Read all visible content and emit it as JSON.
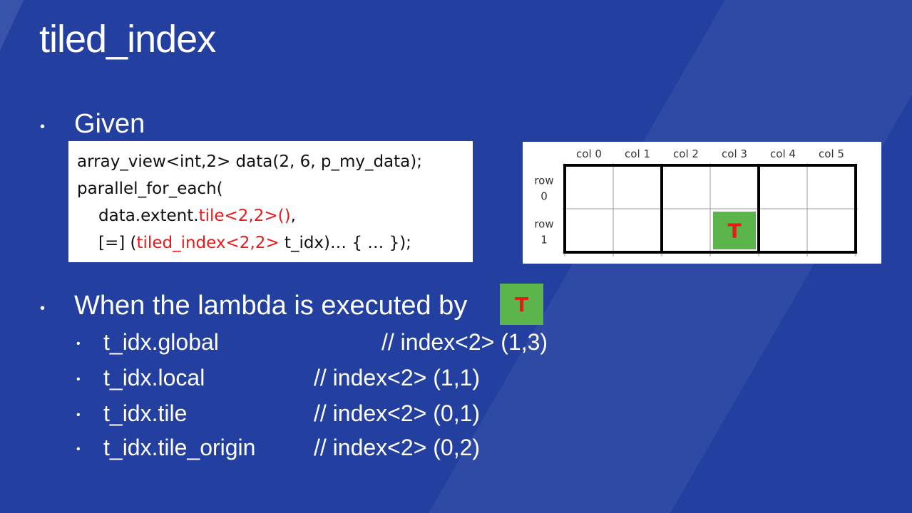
{
  "title": "tiled_index",
  "bullets": {
    "given": "Given",
    "when": "When the lambda is executed by"
  },
  "code": {
    "line1": "array_view<int,2> data(2, 6, p_my_data);",
    "line2": "parallel_for_each(",
    "line3": {
      "a": "data.extent.",
      "b": "tile<2,2>()",
      "c": ","
    },
    "line4": {
      "a": "[=] (",
      "b": "tiled_index<2,2>",
      "c": " t_idx)… { … });"
    }
  },
  "grid": {
    "columns": [
      "col 0",
      "col 1",
      "col 2",
      "col 3",
      "col 4",
      "col 5"
    ],
    "rows": [
      {
        "label": "row",
        "index": "0"
      },
      {
        "label": "row",
        "index": "1"
      }
    ],
    "marker": "T",
    "marker_row": 1,
    "marker_col": 3
  },
  "thread_marker": "T",
  "properties": [
    {
      "name": "t_idx.global",
      "comment": "// index<2> (1,3)"
    },
    {
      "name": "t_idx.local",
      "comment": "// index<2> (1,1)"
    },
    {
      "name": "t_idx.tile",
      "comment": "// index<2> (0,1)"
    },
    {
      "name": "t_idx.tile_origin",
      "comment": "// index<2> (0,2)"
    }
  ],
  "colors": {
    "background": "#2340a0",
    "highlight_red": "#e81a1a",
    "marker_green": "#5cb54a"
  }
}
